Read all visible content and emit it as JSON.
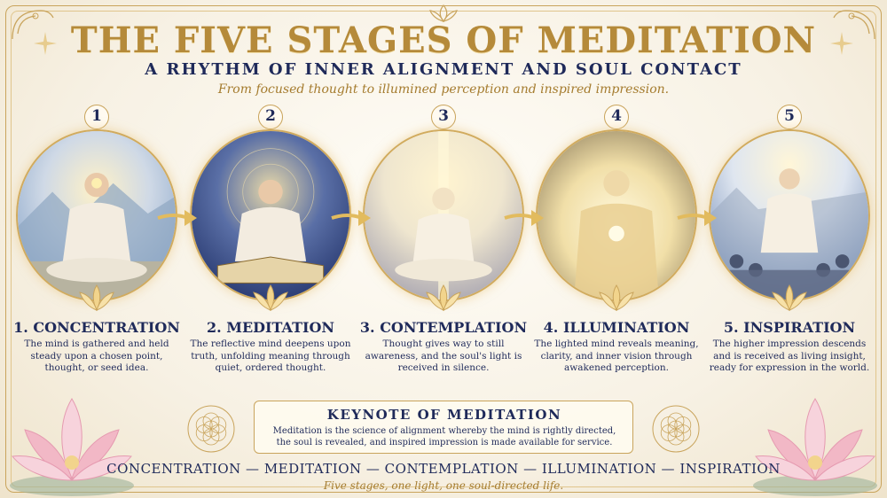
{
  "header": {
    "title": "THE FIVE STAGES OF MEDITATION",
    "subtitle": "A RHYTHM OF INNER ALIGNMENT AND SOUL CONTACT",
    "tagline": "From focused thought to illumined perception and inspired impression."
  },
  "stages": [
    {
      "number": "1",
      "name": "1. CONCENTRATION",
      "description": "The mind is gathered and held steady upon a chosen point, thought, or seed idea.",
      "palette": [
        "#7b9bc4",
        "#cfd9e6",
        "#d8c89a"
      ]
    },
    {
      "number": "2",
      "name": "2. MEDITATION",
      "description": "The reflective mind deepens upon truth, unfolding meaning through quiet, ordered thought.",
      "palette": [
        "#1f2f66",
        "#5a6fa6",
        "#e8d9a8"
      ]
    },
    {
      "number": "3",
      "name": "3. CONTEMPLATION",
      "description": "Thought gives way to still awareness, and the soul's light is received in silence.",
      "palette": [
        "#a7a4b0",
        "#efe6cf",
        "#fff4d0"
      ]
    },
    {
      "number": "4",
      "name": "4. ILLUMINATION",
      "description": "The lighted mind reveals meaning, clarity, and inner vision through awakened perception.",
      "palette": [
        "#8a7a5a",
        "#f1dfa8",
        "#fff8dc"
      ]
    },
    {
      "number": "5",
      "name": "5. INSPIRATION",
      "description": "The higher impression descends and is received as living insight, ready for expression in the world.",
      "palette": [
        "#6f89b5",
        "#dfe6f0",
        "#fff6d8"
      ]
    }
  ],
  "keynote": {
    "title": "KEYNOTE OF MEDITATION",
    "text": "Meditation is the science of alignment whereby the mind is rightly directed, the soul is revealed, and inspired impression is made available for service."
  },
  "footer": {
    "sequence": "CONCENTRATION — MEDITATION — CONTEMPLATION — ILLUMINATION — INSPIRATION",
    "closing": "Five stages, one light, one soul-directed life."
  },
  "colors": {
    "gold": "#c9a45c",
    "navy": "#1f2a5a",
    "cream": "#fffaf0",
    "lotus_pink": "#f2b8c6"
  }
}
